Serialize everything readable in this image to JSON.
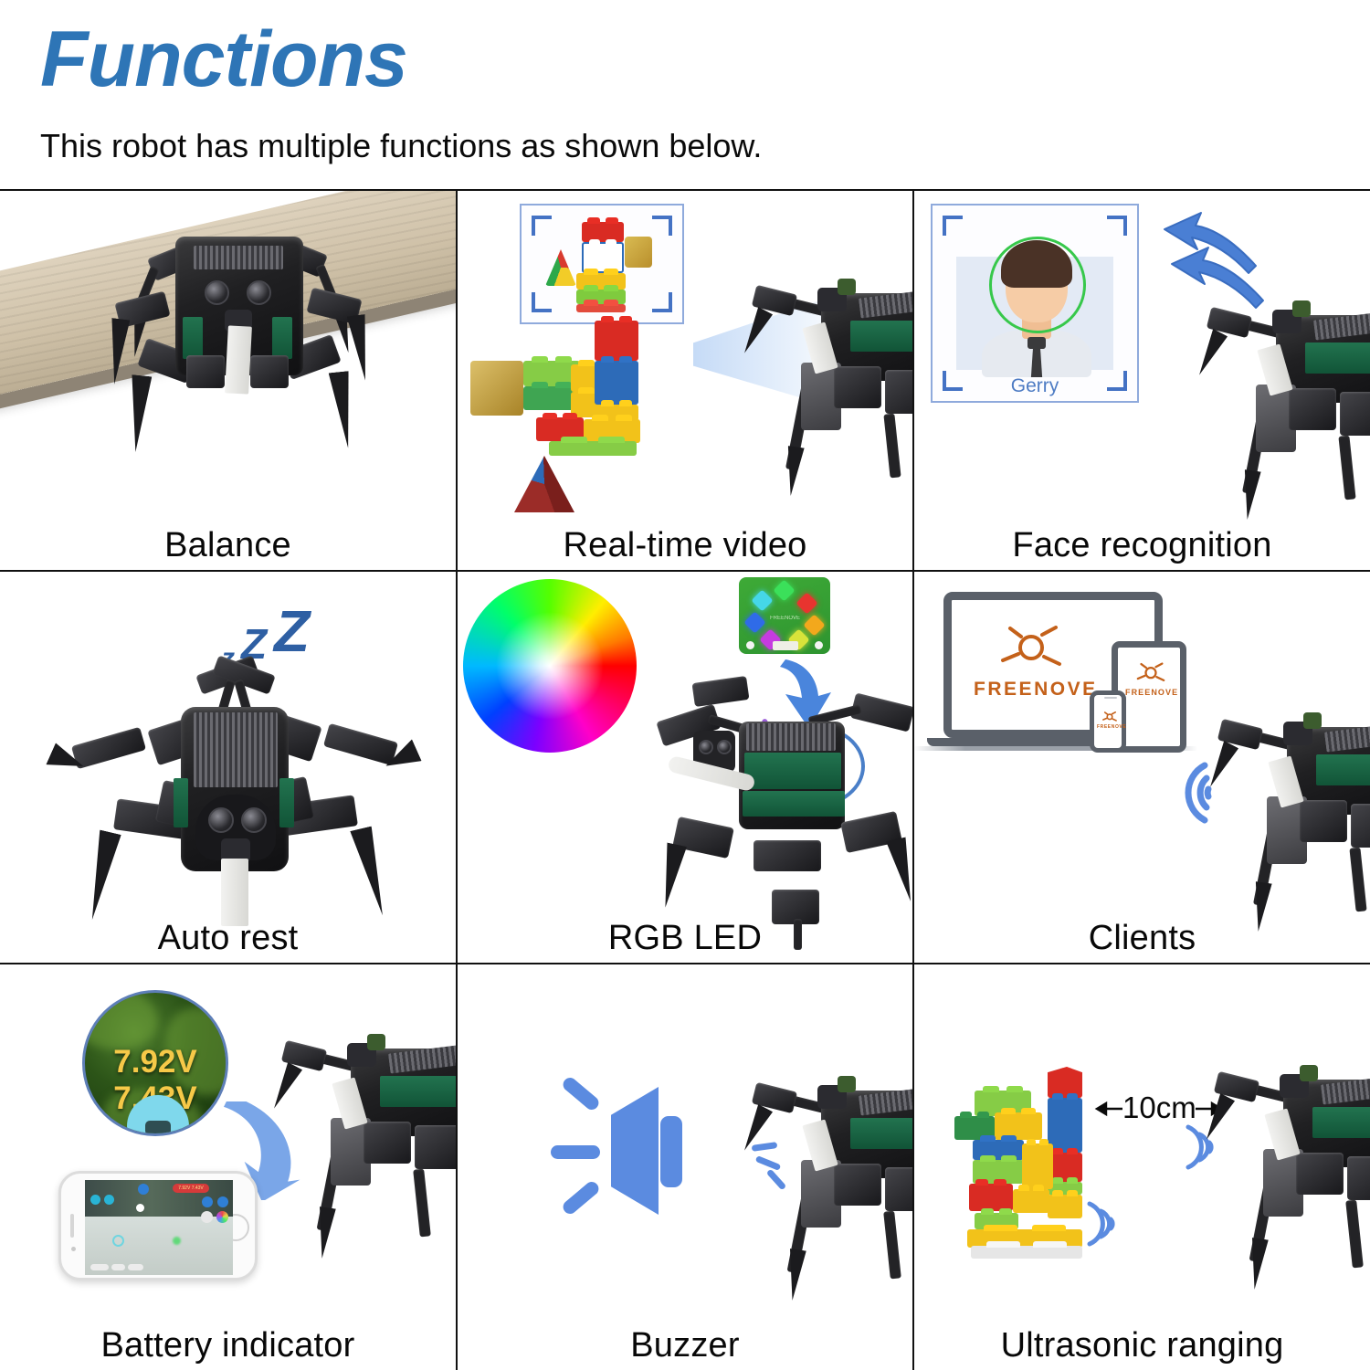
{
  "header": {
    "title": "Functions",
    "subtitle": "This robot has multiple functions as shown below.",
    "title_color": "#2E75B6"
  },
  "grid": {
    "columns": 3,
    "rows": 3,
    "border_color": "#111111"
  },
  "cells": [
    {
      "id": "balance",
      "caption": "Balance",
      "scene": "hexapod robot standing on a wooden plank",
      "elements": {
        "plank": "wood-beam"
      }
    },
    {
      "id": "real-time-video",
      "caption": "Real-time video",
      "scene": "camera viewfinder showing lego bricks with light cone from robot",
      "elements": {
        "viewfinder": "camera-frame",
        "subject": "lego-bricks-and-puzzle-cubes"
      }
    },
    {
      "id": "face-recognition",
      "caption": "Face recognition",
      "scene": "face detection card with identified person",
      "face_card": {
        "name": "Gerry",
        "name_color": "#4E7CC4",
        "detection_ring_color": "#37C84B",
        "frame_color": "#8FAADC"
      }
    },
    {
      "id": "auto-rest",
      "caption": "Auto rest",
      "scene": "robot resting with sleep symbols",
      "sleep_letters": [
        "z",
        "Z",
        "Z"
      ],
      "sleep_color": "#2E5FA3"
    },
    {
      "id": "rgb-led",
      "caption": "RGB LED",
      "scene": "color wheel and RGB LED board mounted on robot",
      "led_board": {
        "board_color": "#36A134",
        "logo_text": "FREENOVE",
        "led_colors": [
          "#3BE05A",
          "#E8342F",
          "#F3A81C",
          "#D8E33A",
          "#C63BE0",
          "#2F6BE8",
          "#45D7E8",
          "#E8E83A"
        ]
      },
      "color_wheel": "hsv-wheel"
    },
    {
      "id": "clients",
      "caption": "Clients",
      "scene": "laptop, tablet and phone connecting wirelessly to the robot",
      "brand": "FREENOVE",
      "brand_color": "#C4611A",
      "devices": [
        "laptop",
        "tablet",
        "phone"
      ],
      "wifi_color": "#5B8BE0"
    },
    {
      "id": "battery-indicator",
      "caption": "Battery indicator",
      "scene": "magnified app readout of two battery voltages, shown on a phone",
      "voltages": [
        "7.92V",
        "7.43V"
      ],
      "voltage_text": "7.92V 7.43V",
      "voltage_color": "#F6C948"
    },
    {
      "id": "buzzer",
      "caption": "Buzzer",
      "scene": "speaker icon with sound waves emitted from robot",
      "icon_color": "#5B8BE0"
    },
    {
      "id": "ultrasonic-ranging",
      "caption": "Ultrasonic ranging",
      "scene": "robot measuring distance to a lego tower",
      "distance_label": "10cm",
      "sonar_color": "#5B8BE0"
    }
  ],
  "icons": {
    "camera_bracket": "viewfinder-corner-bracket",
    "sleep": "zzz-sleep-icon",
    "speaker": "speaker-sound-icon",
    "wifi": "wifi-waves-icon",
    "sonar": "sonar-waves-icon",
    "arrow": "curved-arrow-icon",
    "magnifier": "magnifier-circle"
  }
}
